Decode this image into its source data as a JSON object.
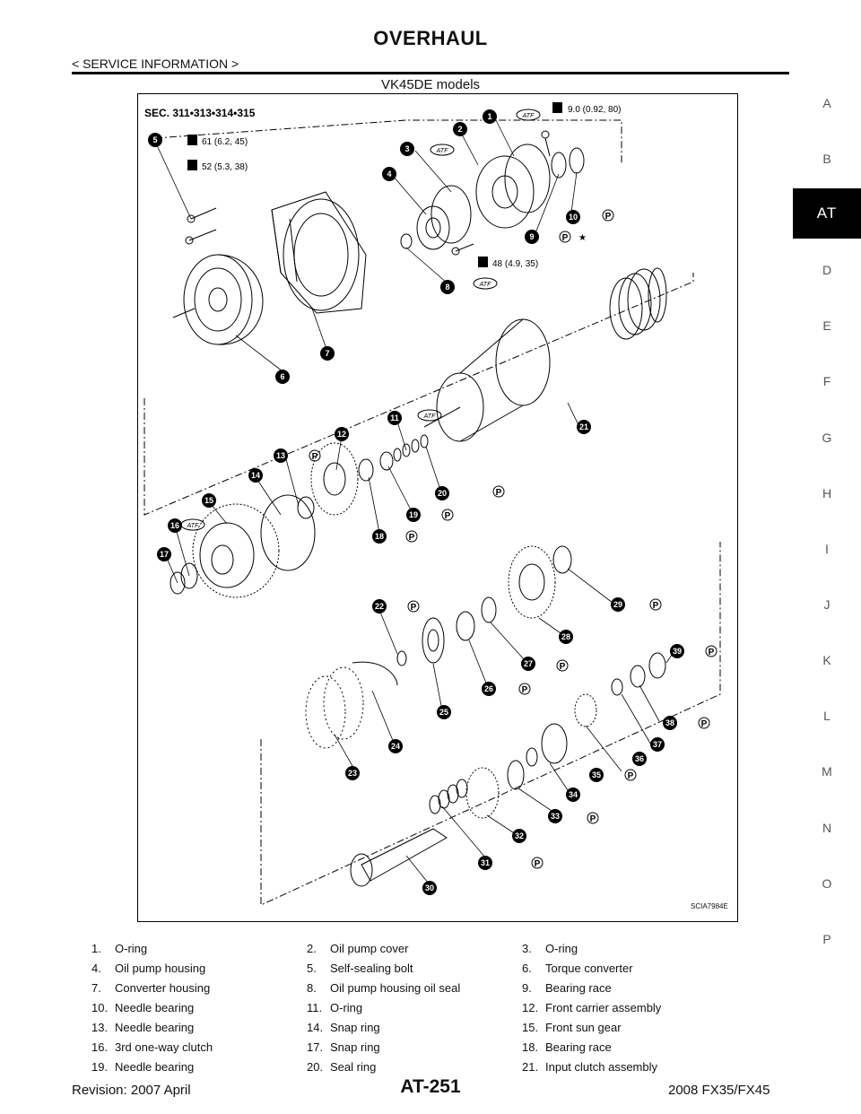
{
  "header": {
    "title": "OVERHAUL",
    "section": "< SERVICE INFORMATION >"
  },
  "figure": {
    "caption": "VK45DE models",
    "sec_label": "SEC. 311•313•314•315",
    "code": "SCIA7984E",
    "torque_specs": [
      "9.0 (0.92, 80)",
      "61 (6.2, 45)",
      "52 (5.3, 38)",
      "48 (4.9, 35)"
    ],
    "atf_label": "ATF",
    "p_label": "P",
    "star": "★",
    "callouts": [
      "1",
      "2",
      "3",
      "4",
      "5",
      "6",
      "7",
      "8",
      "9",
      "10",
      "11",
      "12",
      "13",
      "14",
      "15",
      "16",
      "17",
      "18",
      "19",
      "20",
      "21",
      "22",
      "23",
      "24",
      "25",
      "26",
      "27",
      "28",
      "29",
      "30",
      "31",
      "32",
      "33",
      "34",
      "35",
      "36",
      "37",
      "38",
      "39"
    ]
  },
  "side_index": {
    "letters_top": [
      "A",
      "B"
    ],
    "active": "AT",
    "letters_bottom": [
      "D",
      "E",
      "F",
      "G",
      "H",
      "I",
      "J",
      "K",
      "L",
      "M",
      "N",
      "O",
      "P"
    ]
  },
  "legend": [
    [
      {
        "num": "1.",
        "text": "O-ring"
      },
      {
        "num": "2.",
        "text": "Oil pump cover"
      },
      {
        "num": "3.",
        "text": "O-ring"
      }
    ],
    [
      {
        "num": "4.",
        "text": "Oil pump housing"
      },
      {
        "num": "5.",
        "text": "Self-sealing bolt"
      },
      {
        "num": "6.",
        "text": "Torque converter"
      }
    ],
    [
      {
        "num": "7.",
        "text": "Converter housing"
      },
      {
        "num": "8.",
        "text": "Oil pump housing oil seal"
      },
      {
        "num": "9.",
        "text": "Bearing race"
      }
    ],
    [
      {
        "num": "10.",
        "text": "Needle bearing"
      },
      {
        "num": "11.",
        "text": "O-ring"
      },
      {
        "num": "12.",
        "text": "Front carrier assembly"
      }
    ],
    [
      {
        "num": "13.",
        "text": "Needle bearing"
      },
      {
        "num": "14.",
        "text": "Snap ring"
      },
      {
        "num": "15.",
        "text": "Front sun gear"
      }
    ],
    [
      {
        "num": "16.",
        "text": "3rd one-way clutch"
      },
      {
        "num": "17.",
        "text": "Snap ring"
      },
      {
        "num": "18.",
        "text": "Bearing race"
      }
    ],
    [
      {
        "num": "19.",
        "text": "Needle bearing"
      },
      {
        "num": "20.",
        "text": "Seal ring"
      },
      {
        "num": "21.",
        "text": "Input clutch assembly"
      }
    ]
  ],
  "footer": {
    "revision": "Revision: 2007 April",
    "page": "AT-251",
    "model": "2008 FX35/FX45"
  }
}
